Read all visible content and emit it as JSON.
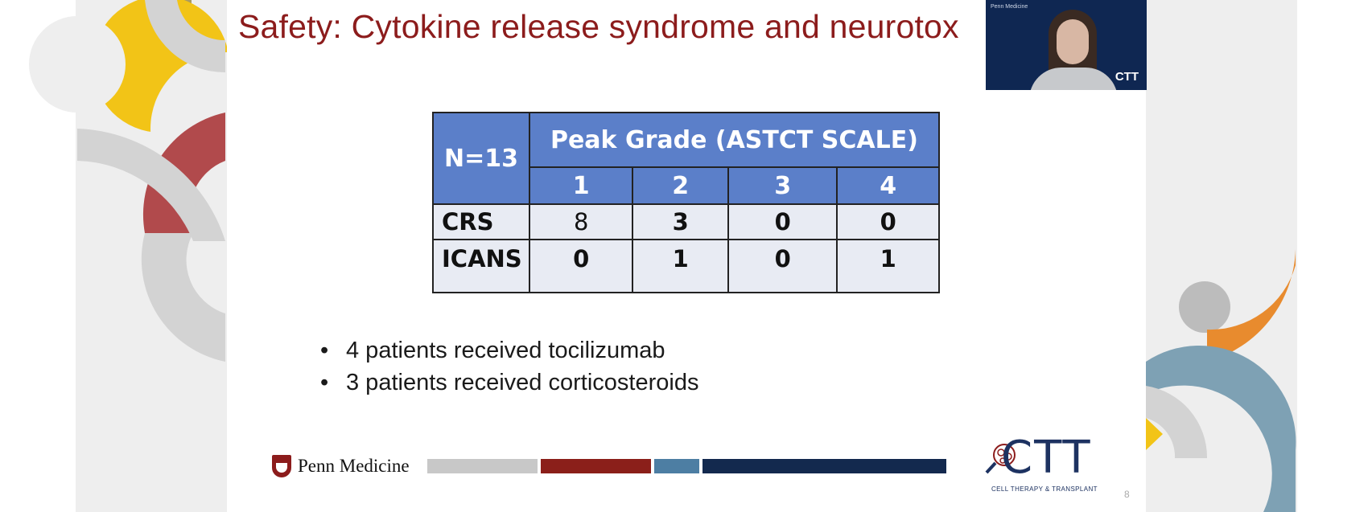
{
  "slide": {
    "title": "Safety: Cytokine release syndrome and neurotox",
    "page_number": "8"
  },
  "table": {
    "n_label": "N=13",
    "group_header": "Peak Grade (ASTCT SCALE)",
    "grades": [
      "1",
      "2",
      "3",
      "4"
    ],
    "rows": [
      {
        "label": "CRS",
        "values": [
          "8",
          "3",
          "0",
          "0"
        ]
      },
      {
        "label": "ICANS",
        "values": [
          "0",
          "1",
          "0",
          "1"
        ]
      }
    ]
  },
  "bullets": [
    "4 patients received tocilizumab",
    "3 patients received corticosteroids"
  ],
  "footer": {
    "penn_logo_text": "Penn Medicine",
    "ctt_logo": "CTT",
    "ctt_subtitle": "CELL THERAPY & TRANSPLANT"
  },
  "webcam": {
    "logo": "CTT",
    "corner_text": "Penn Medicine"
  },
  "colors": {
    "title": "#8c1c1c",
    "table_header": "#5b7fc9",
    "table_cell": "#e8ebf3",
    "stripe_gray": "#c8c8c8",
    "stripe_red": "#8b1f1a",
    "stripe_blue": "#4d7ea3",
    "stripe_navy": "#13294e"
  }
}
